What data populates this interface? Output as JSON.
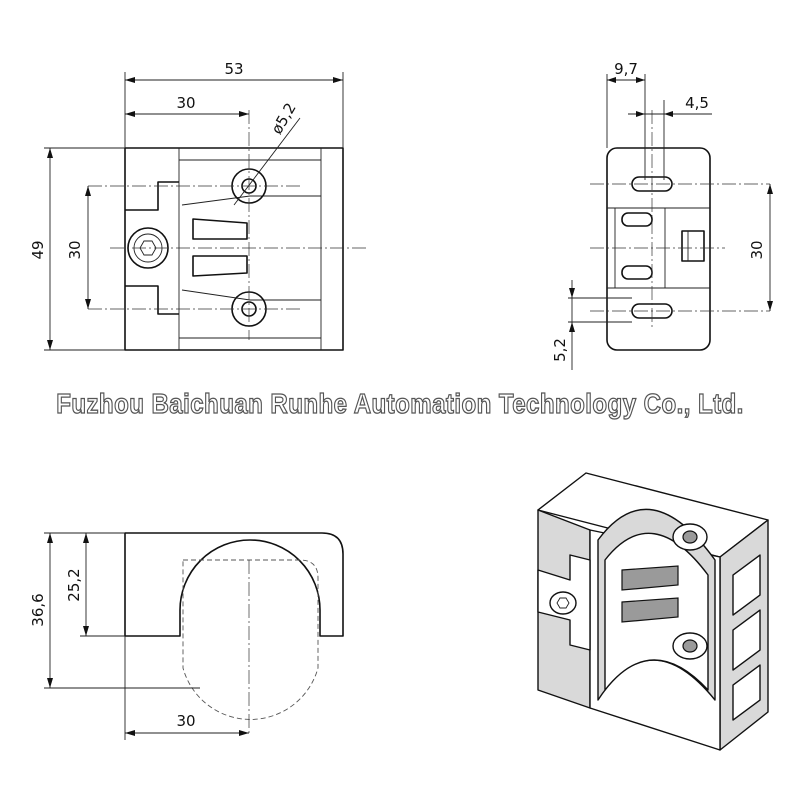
{
  "watermark": "Fuzhou Baichuan Runhe Automation Technology Co., Ltd.",
  "dimensions": {
    "front_overall_width": "53",
    "front_half_width": "30",
    "front_hole_diameter": "ø5,2",
    "front_overall_height": "49",
    "front_hole_spacing": "30",
    "side_slot_width": "9,7",
    "side_slot_offset": "4,5",
    "side_hole_spacing": "30",
    "side_bottom_offset": "5,2",
    "bottom_overall_height": "36,6",
    "bottom_inner_height": "25,2",
    "bottom_radius_width": "30"
  },
  "colors": {
    "line": "#111111",
    "shade": "#d9d9d9"
  },
  "icons": [
    "hex-socket-screw-icon"
  ]
}
